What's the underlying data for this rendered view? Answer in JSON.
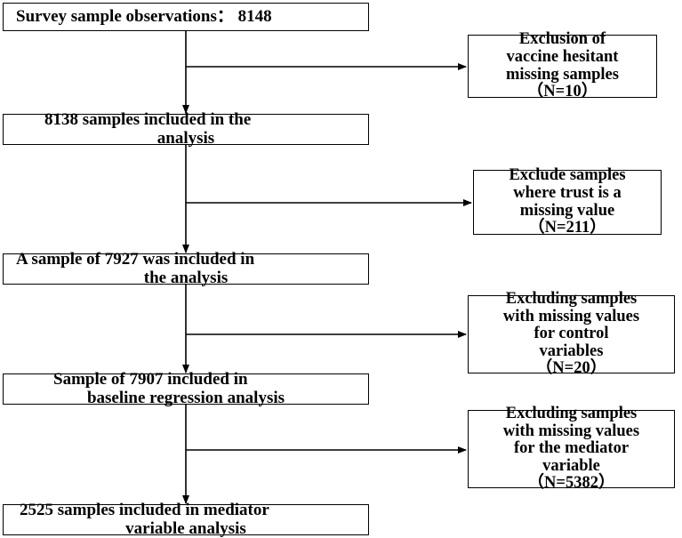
{
  "main_steps": [
    {
      "lines": [
        "Survey sample observations：  8148"
      ]
    },
    {
      "lines": [
        "8138 samples included in the",
        "analysis"
      ]
    },
    {
      "lines": [
        "A sample of 7927 was included in",
        "the analysis"
      ]
    },
    {
      "lines": [
        "Sample of 7907 included in",
        "baseline regression analysis"
      ]
    },
    {
      "lines": [
        "2525 samples included in mediator",
        "variable analysis"
      ]
    }
  ],
  "exclusions": [
    {
      "lines": [
        "Exclusion of",
        "vaccine hesitant",
        "missing samples",
        "（N=10）"
      ]
    },
    {
      "lines": [
        "Exclude samples",
        "where trust is a",
        "missing value",
        "（N=211）"
      ]
    },
    {
      "lines": [
        "Excluding samples",
        "with missing values",
        "for control",
        "variables",
        "（N=20）"
      ]
    },
    {
      "lines": [
        "Excluding samples",
        "with missing values",
        "for the mediator",
        "variable",
        "（N=5382）"
      ]
    }
  ],
  "colors": {
    "stroke": "#000000",
    "background": "#ffffff"
  }
}
